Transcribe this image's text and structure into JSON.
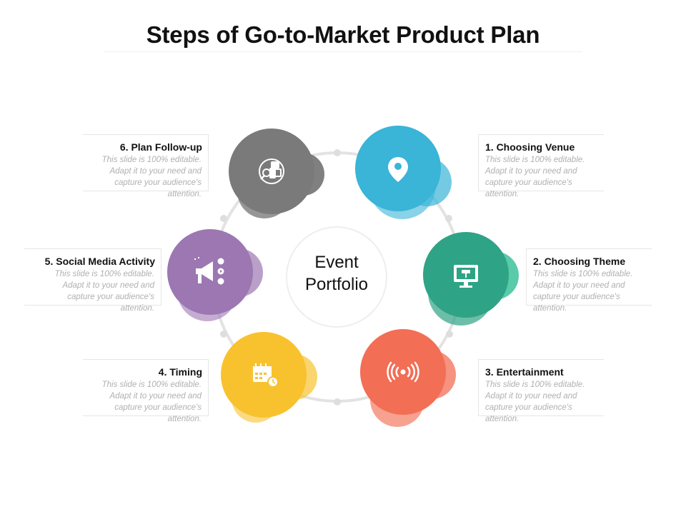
{
  "title": "Steps of Go-to-Market Product Plan",
  "center": {
    "line1": "Event",
    "line2": "Portfolio"
  },
  "colors": {
    "venue": "#3ab4d7",
    "theme": "#2fa385",
    "entertainment": "#f26e55",
    "timing": "#f8c22f",
    "social": "#9c77b2",
    "followup": "#7a7a7a"
  },
  "steps": [
    {
      "title": "1. Choosing Venue",
      "desc": "This slide is 100% editable. Adapt it to your need and capture your audience's attention.",
      "icon": "location-pin-icon"
    },
    {
      "title": "2. Choosing Theme",
      "desc": "This slide is 100% editable. Adapt it to your need and capture your audience's attention.",
      "icon": "monitor-paint-icon"
    },
    {
      "title": "3. Entertainment",
      "desc": "This slide is 100% editable. Adapt it to your need and capture your audience's attention.",
      "icon": "broadcast-icon"
    },
    {
      "title": "4. Timing",
      "desc": "This slide is 100% editable. Adapt it to your need and capture your audience's attention.",
      "icon": "calendar-clock-icon"
    },
    {
      "title": "5. Social Media Activity",
      "desc": "This slide is 100% editable. Adapt it to your need and capture your audience's attention.",
      "icon": "megaphone-icon"
    },
    {
      "title": "6. Plan Follow-up",
      "desc": "This slide is 100% editable. Adapt it to your need and capture your audience's attention.",
      "icon": "search-devices-icon"
    }
  ]
}
